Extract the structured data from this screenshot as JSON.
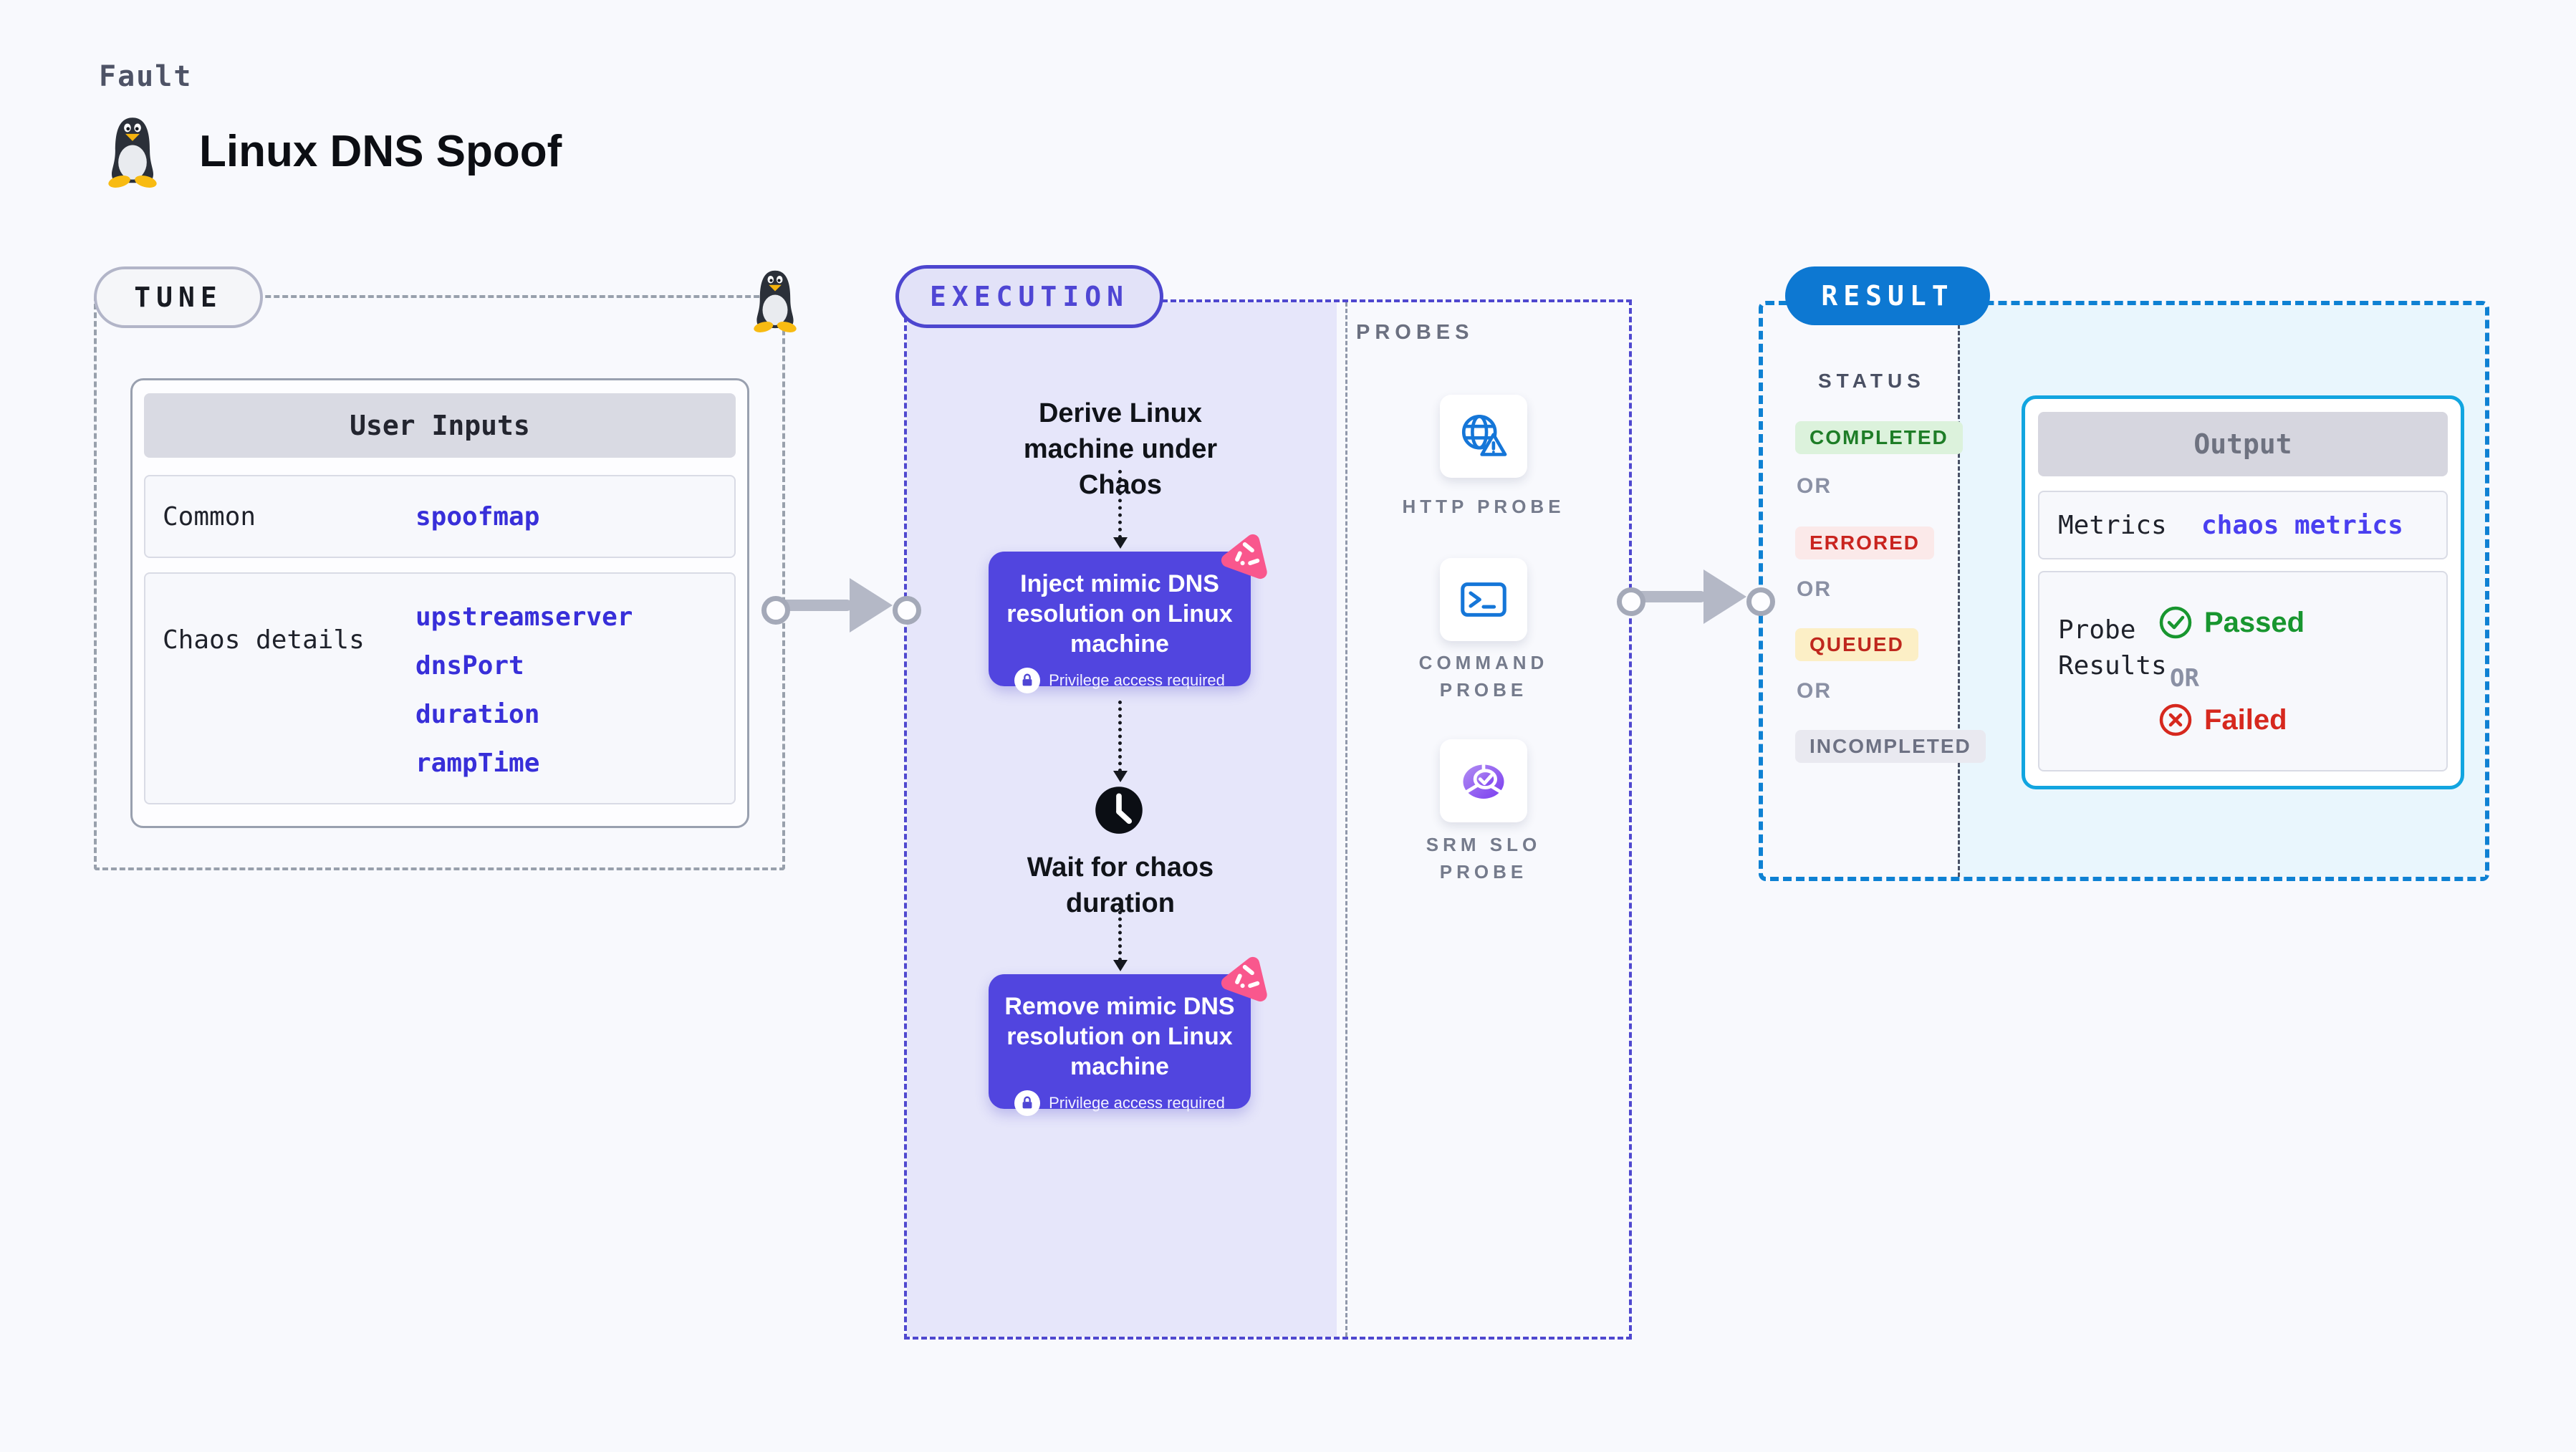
{
  "header": {
    "category_label": "Fault",
    "title": "Linux DNS Spoof"
  },
  "tune": {
    "badge_label": "TUNE",
    "user_inputs": {
      "header": "User Inputs",
      "rows": [
        {
          "label": "Common",
          "values": [
            "spoofmap"
          ]
        },
        {
          "label": "Chaos details",
          "values": [
            "upstreamserver",
            "dnsPort",
            "duration",
            "rampTime"
          ]
        }
      ]
    }
  },
  "execution": {
    "badge_label": "EXECUTION",
    "derive_step": "Derive Linux machine under Chaos",
    "inject_step": {
      "title": "Inject mimic DNS resolution on Linux machine",
      "note": "Privilege access required"
    },
    "wait_step": "Wait for chaos duration",
    "remove_step": {
      "title": "Remove mimic DNS resolution on Linux machine",
      "note": "Privilege access required"
    }
  },
  "probes": {
    "section_label": "PROBES",
    "items": [
      {
        "label": "HTTP PROBE",
        "icon": "globe-alert-icon"
      },
      {
        "label": "COMMAND PROBE",
        "icon": "terminal-icon"
      },
      {
        "label": "SRM SLO PROBE",
        "icon": "slo-donut-icon"
      }
    ]
  },
  "result": {
    "badge_label": "RESULT",
    "status_label": "STATUS",
    "or_label": "OR",
    "statuses": [
      {
        "label": "COMPLETED",
        "bg": "#dcf2dc",
        "fg": "#1e7d27"
      },
      {
        "label": "ERRORED",
        "bg": "#fbe9e9",
        "fg": "#c9241f"
      },
      {
        "label": "QUEUED",
        "bg": "#fcefc6",
        "fg": "#bf271d"
      },
      {
        "label": "INCOMPLETED",
        "bg": "#e9e9f0",
        "fg": "#6d7183"
      }
    ],
    "output": {
      "header": "Output",
      "metrics_label": "Metrics",
      "metrics_value": "chaos metrics",
      "probe_results_label": "Probe Results",
      "passed_label": "Passed",
      "or_label": "OR",
      "failed_label": "Failed"
    }
  },
  "colors": {
    "accent_indigo": "#4f46d4",
    "step_box_indigo": "#5145df",
    "result_blue": "#0d78d2",
    "output_border_cyan": "#12a5e0",
    "probe_icon_blue": "#1576d8",
    "chaos_pink": "#f9578d",
    "passed_green": "#18962f",
    "failed_red": "#d6281e"
  }
}
